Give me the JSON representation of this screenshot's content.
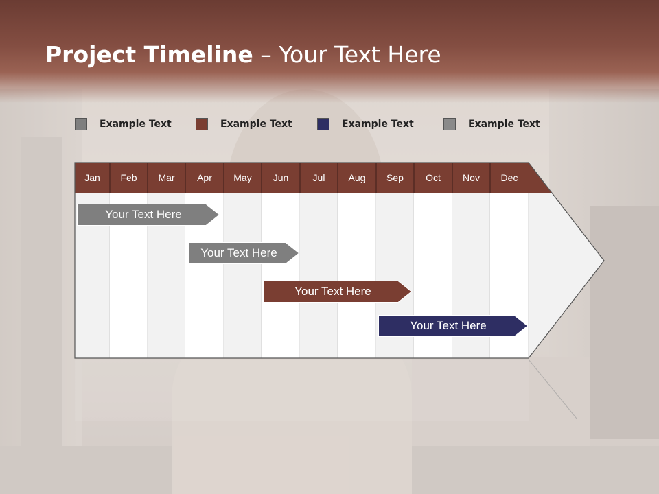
{
  "slide": {
    "title_bold": "Project Timeline",
    "title_rest": " – Your Text Here"
  },
  "legend": [
    {
      "label": "Example Text",
      "color": "#7f7f7f"
    },
    {
      "label": "Example Text",
      "color": "#7a3e32"
    },
    {
      "label": "Example Text",
      "color": "#2e2e63"
    },
    {
      "label": "Example Text",
      "color": "#8a8a8a"
    }
  ],
  "timeline": {
    "months": [
      "Jan",
      "Feb",
      "Mar",
      "Apr",
      "May",
      "Jun",
      "Jul",
      "Aug",
      "Sep",
      "Oct",
      "Nov",
      "Dec"
    ],
    "header_color": "#7a3e32",
    "tasks": [
      {
        "label": "Your  Text Here",
        "color": "#7f7f7f",
        "start_month": "Jan",
        "end_month": "Apr"
      },
      {
        "label": "Your  Text Here",
        "color": "#7f7f7f",
        "start_month": "Apr",
        "end_month": "Jun"
      },
      {
        "label": "Your  Text Here",
        "color": "#7a3e32",
        "start_month": "Jun",
        "end_month": "Sep"
      },
      {
        "label": "Your  Text Here",
        "color": "#2e2e63",
        "start_month": "Sep",
        "end_month": "Dec"
      }
    ]
  }
}
